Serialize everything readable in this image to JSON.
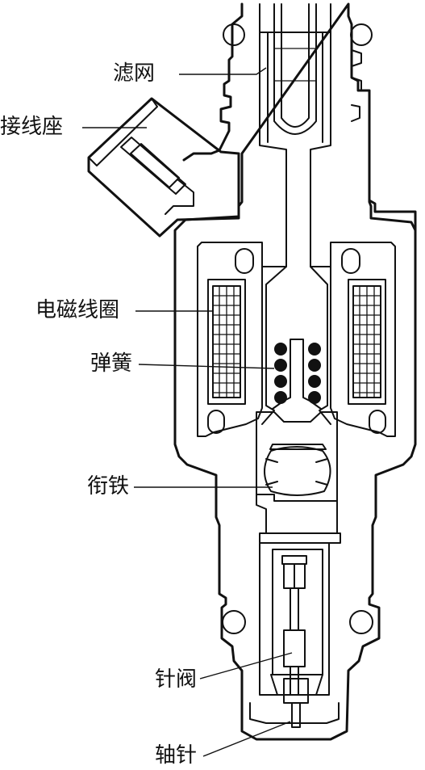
{
  "labels": {
    "filter": "滤网",
    "connector": "接线座",
    "coil": "电磁线圈",
    "spring": "弹簧",
    "armature": "衔铁",
    "needle_valve": "针阀",
    "pintle": "轴针"
  }
}
